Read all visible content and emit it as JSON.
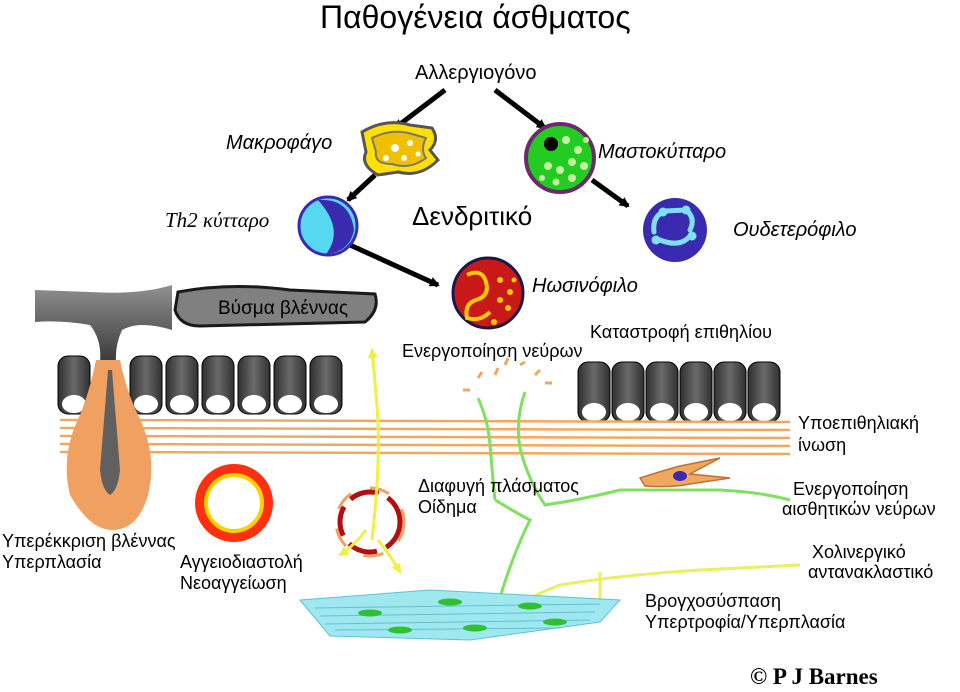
{
  "title": "Παθογένεια άσθματος",
  "labels": {
    "allergen": "Αλλεργιογόνο",
    "macrophage": "Μακροφάγο",
    "mast_cell": "Μαστοκύτταρο",
    "th2_cell": "Th2 κύτταρο",
    "dendritic": "Δενδριτικό",
    "neutrophil": "Ουδετερόφιλο",
    "eosinophil": "Ηωσινόφιλο",
    "mucus_plug": "Βύσμα βλέννας",
    "epithelial_damage": "Καταστροφή επιθηλίου",
    "nerve_activation": "Ενεργοποίηση νεύρων",
    "subepithelial_fibrosis": [
      "Υποεπιθηλιακή",
      "ίνωση"
    ],
    "plasma_leak": [
      "Διαφυγή πλάσματος",
      "Οίδημα"
    ],
    "sensory_nerve_activation": [
      "Ενεργοποίηση",
      "αισθητικών νεύρων"
    ],
    "mucus_hypersecretion": [
      "Υπερέκκριση βλέννας",
      "Υπερπλασία"
    ],
    "vasodilation": [
      "Αγγειοδιαστολή",
      "Νεοαγγείωση"
    ],
    "cholinergic_reflex": [
      "Χολινεργικό",
      "αντανακλαστικό"
    ],
    "bronchospasm": [
      "Βρογχοσύσπαση",
      "Υπερτροφία/Υπερπλασία"
    ],
    "copyright": "© P J Barnes"
  },
  "colors": {
    "arrow": "#000000",
    "macrophage": "#ffe000",
    "mast_cell": "#22cc22",
    "th2_cell": "#55d8f0",
    "neutrophil": "#3a2ab0",
    "eosinophil": "#c81818",
    "epithelium": "#606060",
    "fibrosis": "#f0a860",
    "nerve": "#80e060",
    "reflex": "#e8f060",
    "smooth_muscle": "#a0e8f0",
    "gland": "#f0a060"
  }
}
